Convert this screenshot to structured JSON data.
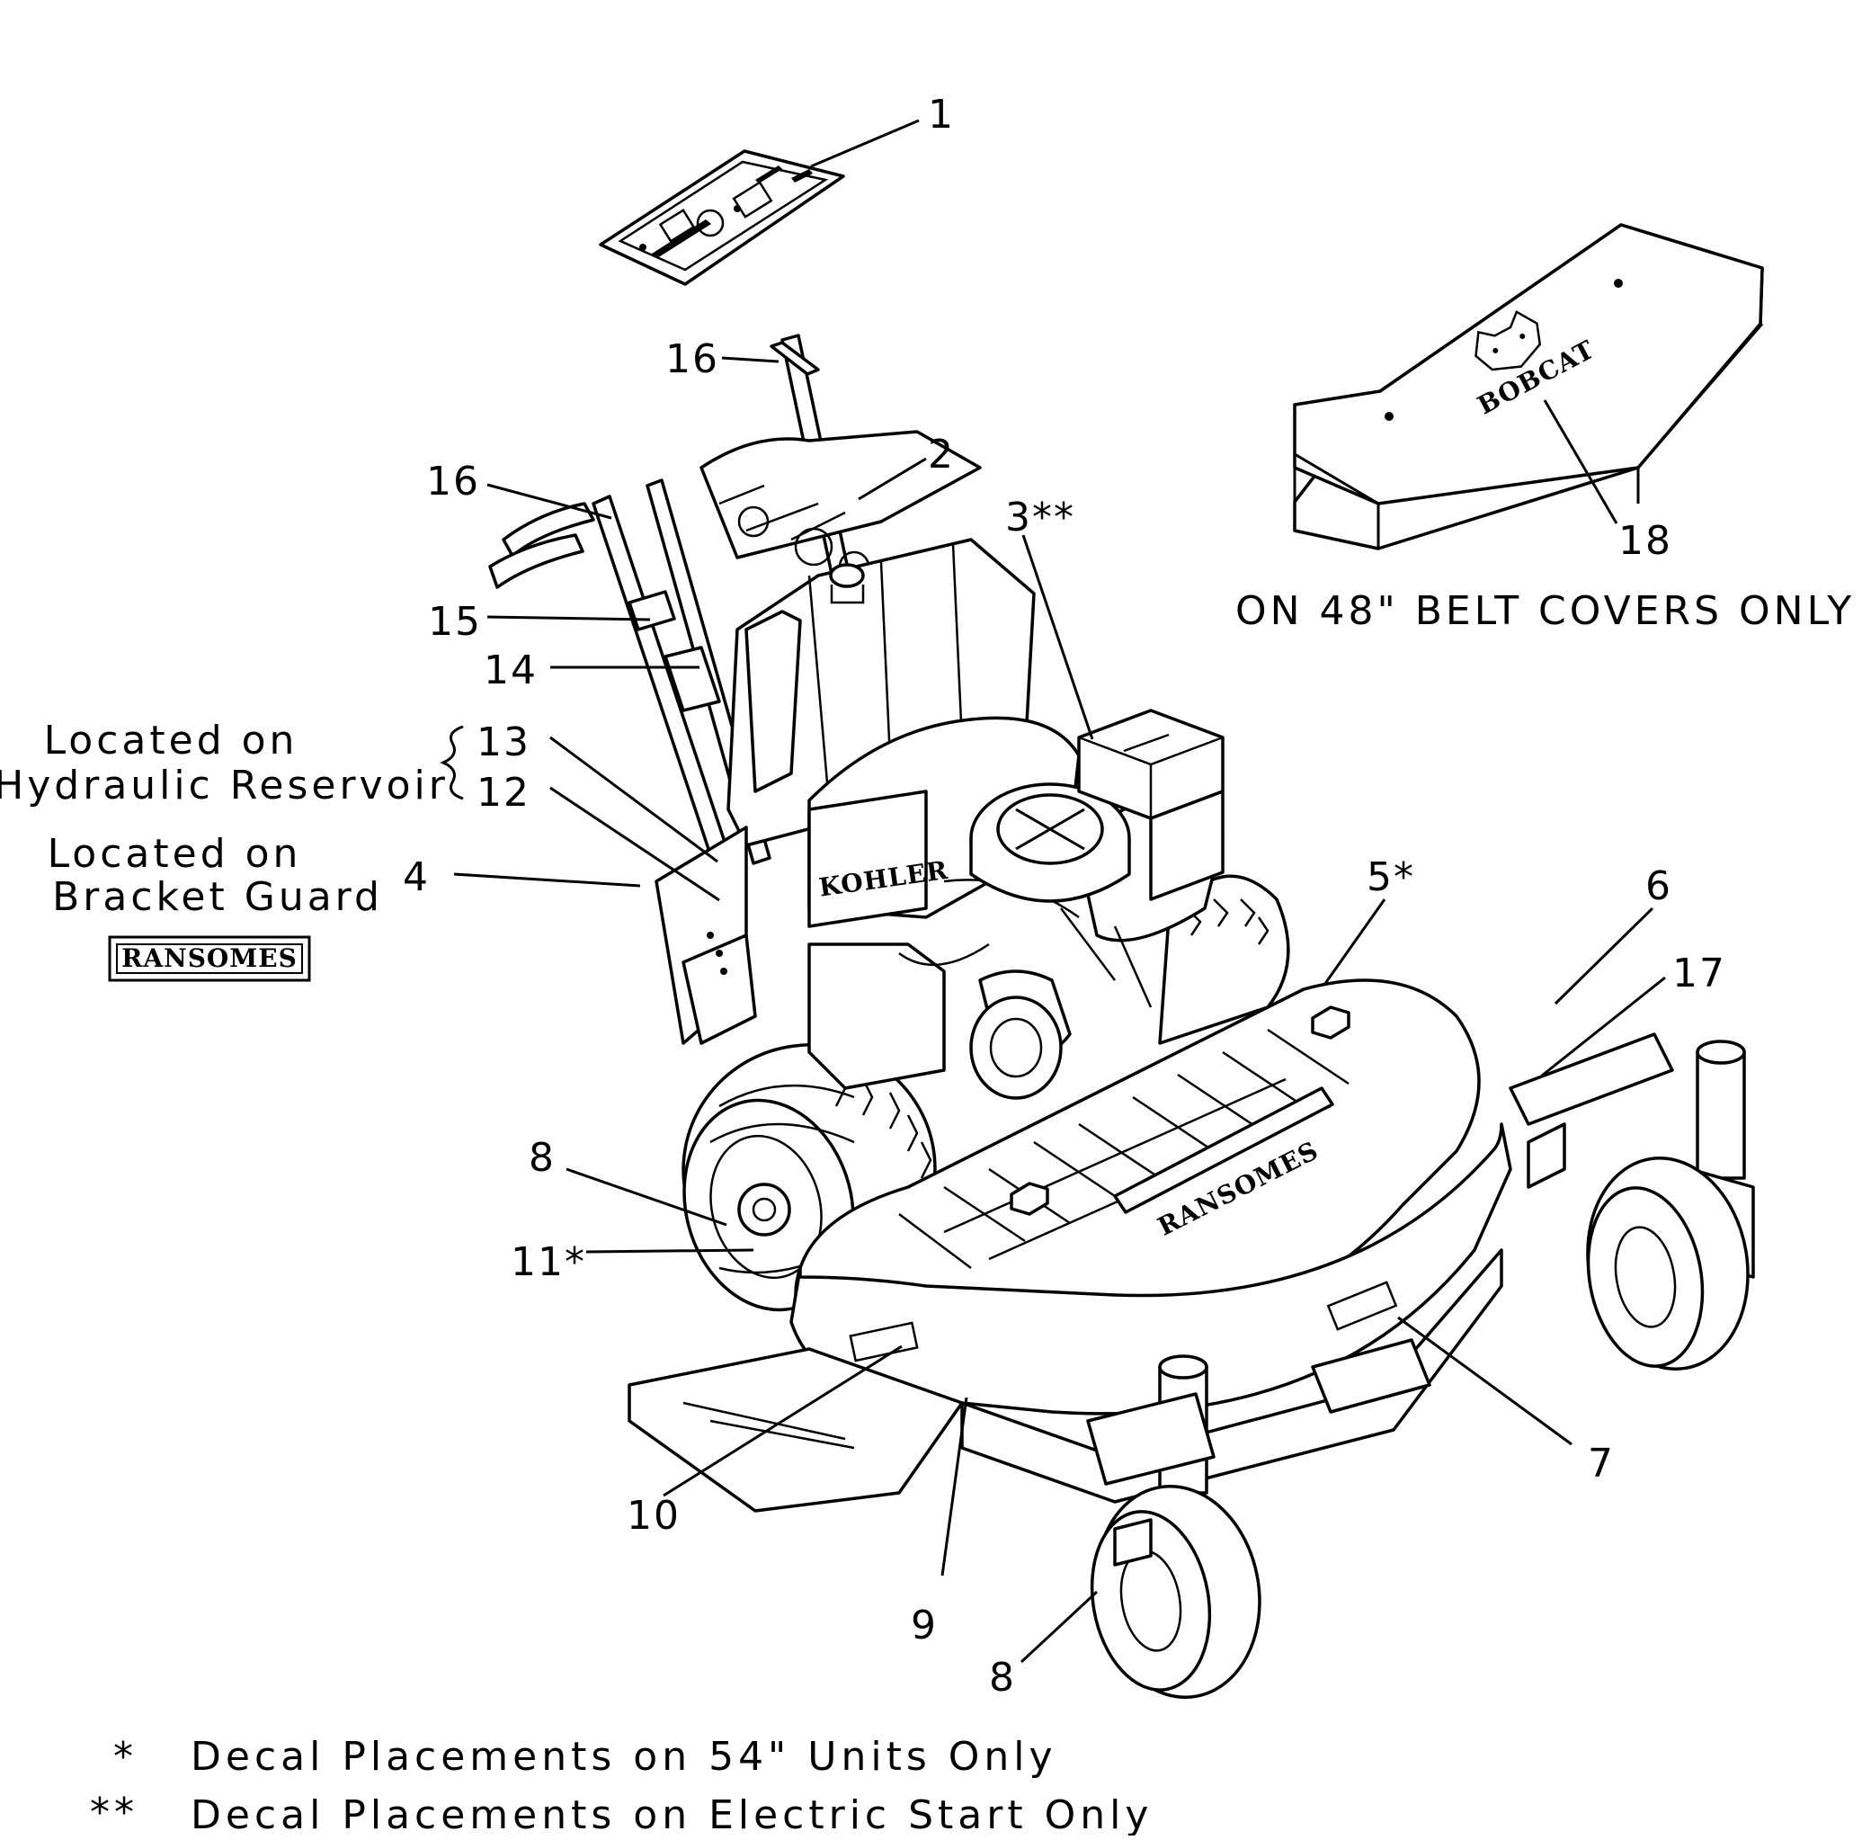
{
  "callouts": {
    "c1": "1",
    "c2": "2",
    "c3": "3**",
    "c4": "4",
    "c5": "5*",
    "c6": "6",
    "c7": "7",
    "c8a": "8",
    "c8b": "8",
    "c9": "9",
    "c10": "10",
    "c11": "11*",
    "c12": "12",
    "c13": "13",
    "c14": "14",
    "c15": "15",
    "c16a": "16",
    "c16b": "16",
    "c17": "17",
    "c18": "18"
  },
  "labels": {
    "hydraulic_line1": "Located on",
    "hydraulic_line2": "Hydraulic Reservoir",
    "bracket_line1": "Located on",
    "bracket_line2": "Bracket Guard",
    "belt_covers": "ON 48\" BELT COVERS ONLY",
    "ransomes_decal": "RANSOMES",
    "deck_brand": "RANSOMES",
    "belt_cover_brand": "BOBCAT",
    "engine_brand": "KOHLER"
  },
  "notes": {
    "star_symbol": "*",
    "star_text": "Decal Placements on 54\" Units Only",
    "double_star_symbol": "**",
    "double_star_text": "Decal Placements on Electric Start Only"
  }
}
